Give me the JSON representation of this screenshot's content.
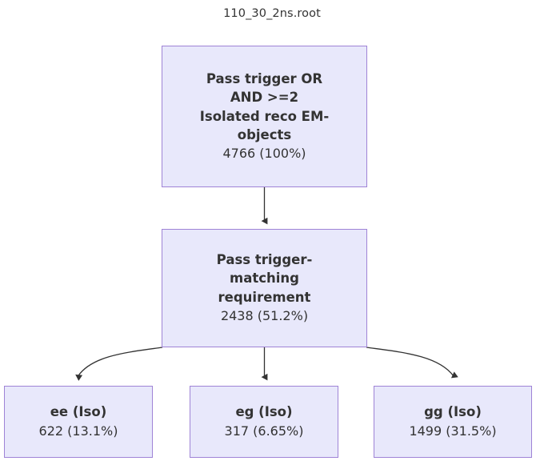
{
  "title": "110_30_2ns.root",
  "colors": {
    "node_fill": "#e8e8fb",
    "node_border": "#9f83d6",
    "text": "#333333",
    "edge": "#333333",
    "background": "#ffffff"
  },
  "nodes": [
    {
      "id": "root",
      "label": "Pass trigger OR\nAND >=2\nIsolated reco EM-\nobjects",
      "count": "4766 (100%)",
      "value": 4766,
      "percent": "100%"
    },
    {
      "id": "trigger-matching",
      "label": "Pass trigger-\nmatching\nrequirement",
      "count": "2438 (51.2%)",
      "value": 2438,
      "percent": "51.2%"
    },
    {
      "id": "ee-iso",
      "label": "ee (Iso)",
      "count": "622 (13.1%)",
      "value": 622,
      "percent": "13.1%"
    },
    {
      "id": "eg-iso",
      "label": "eg (Iso)",
      "count": "317 (6.65%)",
      "value": 317,
      "percent": "6.65%"
    },
    {
      "id": "gg-iso",
      "label": "gg (Iso)",
      "count": "1499 (31.5%)",
      "value": 1499,
      "percent": "31.5%"
    }
  ],
  "edges": [
    {
      "from": "root",
      "to": "trigger-matching",
      "style": "straight"
    },
    {
      "from": "trigger-matching",
      "to": "ee-iso",
      "style": "curved"
    },
    {
      "from": "trigger-matching",
      "to": "eg-iso",
      "style": "straight"
    },
    {
      "from": "trigger-matching",
      "to": "gg-iso",
      "style": "curved"
    }
  ]
}
